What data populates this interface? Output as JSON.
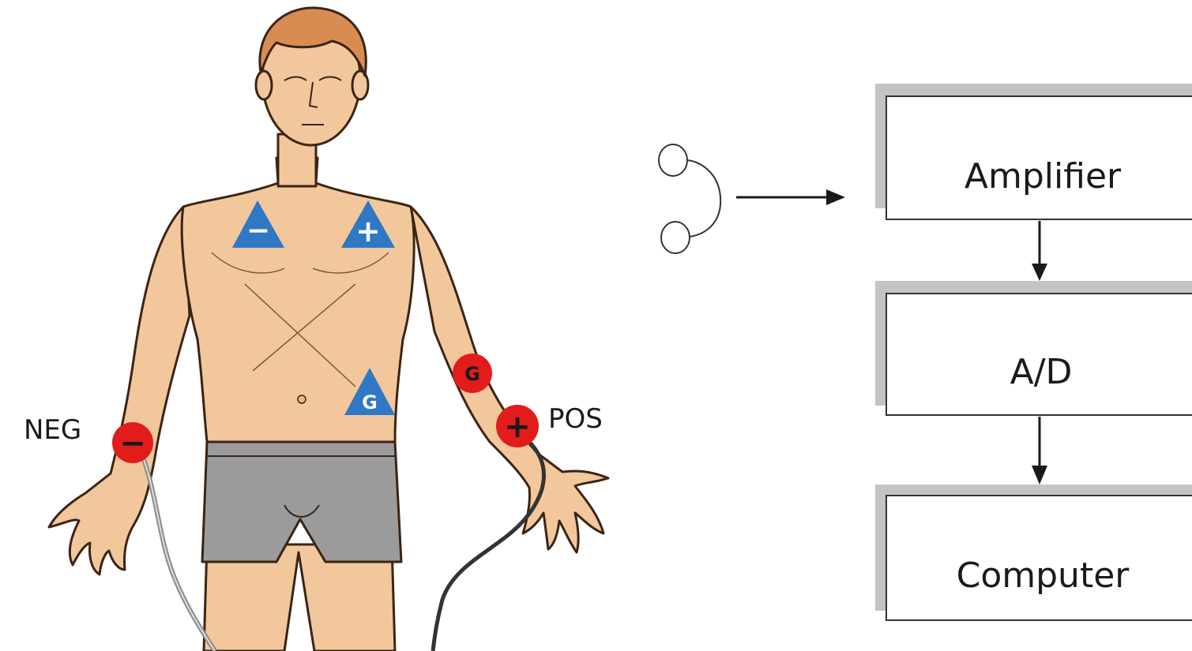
{
  "labels": {
    "negative": "NEG",
    "positive": "POS"
  },
  "chest_markers": {
    "left_symbol": "−",
    "right_symbol": "+",
    "ground_symbol": "G"
  },
  "arm_markers": {
    "negative_symbol": "−",
    "positive_symbol": "+",
    "ground_symbol": "G"
  },
  "flow": {
    "steps": [
      "Amplifier",
      "A/D",
      "Computer"
    ]
  },
  "colors": {
    "skin": "#f2c79b",
    "skin_outline": "#3a2415",
    "hair": "#d98c52",
    "shorts": "#9b9b9b",
    "chest_electrode": "#2f78c5",
    "arm_electrode": "#e21b1b",
    "box_border": "#333333",
    "box_shadow": "#c4c4c4"
  }
}
